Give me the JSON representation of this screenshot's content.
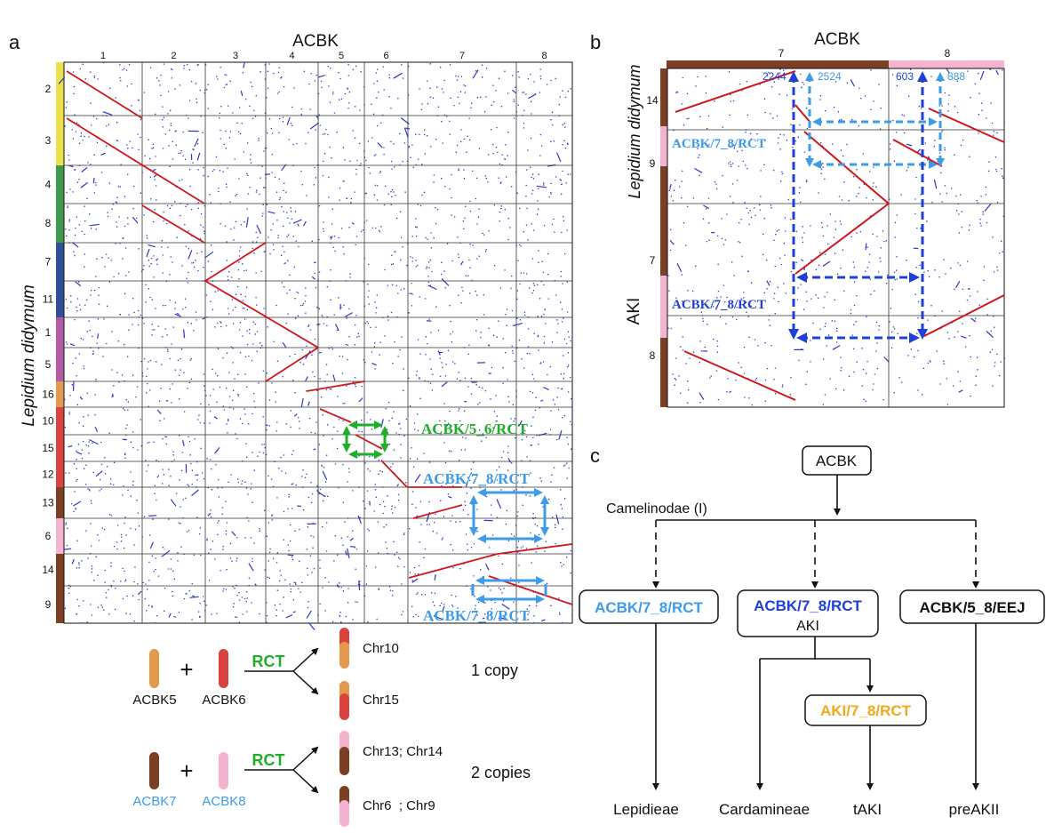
{
  "figure": {
    "panel_a": {
      "letter": "a",
      "top_title": "ACBK",
      "side_title": "Lepidium didymum",
      "col_labels": [
        "1",
        "2",
        "3",
        "4",
        "5",
        "6",
        "7",
        "8"
      ],
      "col_colors": [
        "#ede24a",
        "#3f9a4e",
        "#2f4f9a",
        "#b25aa6",
        "#e39a4f",
        "#d9423e",
        "#7c3f24",
        "#f4b3cf"
      ],
      "row_labels": [
        "2",
        "3",
        "4",
        "8",
        "7",
        "11",
        "1",
        "5",
        "16",
        "10",
        "15",
        "12",
        "13",
        "6",
        "14",
        "9"
      ],
      "row_colors": [
        "#ede24a",
        "#ede24a",
        "#3f9a4e",
        "#3f9a4e",
        "#2f4f9a",
        "#2f4f9a",
        "#b25aa6",
        "#b25aa6",
        "#e39a4f",
        "#d9423e",
        "#d9423e",
        "#d9423e",
        "#7c3f24",
        "#f4b3cf",
        "#7c3f24",
        "#7c3f24"
      ],
      "annotations": {
        "green": "ACBK/5_6/RCT",
        "blue_top": "ACBK/7_8/RCT",
        "blue_bottom": "ACBK/7_8/RCT"
      }
    },
    "legend": {
      "rct": "RCT",
      "plus": "+",
      "row1_left": "ACBK5",
      "row1_right": "ACBK6",
      "row1_out_top": "Chr10",
      "row1_out_bottom": "Chr15",
      "row1_copies": "1 copy",
      "row2_left": "ACBK7",
      "row2_right": "ACBK8",
      "row2_out_top": "Chr13; Chr14",
      "row2_out_bottom": "Chr6  ; Chr9",
      "row2_copies": "2 copies"
    },
    "panel_b": {
      "letter": "b",
      "top_title": "ACBK",
      "col_labels": [
        "7",
        "8"
      ],
      "row_labels": [
        "14",
        "9",
        "7",
        "8"
      ],
      "side_title": "Lepidium didymum",
      "side_title2": "AKI",
      "coords": [
        "2244",
        "2524",
        "603",
        "888"
      ],
      "annotation_top": "ACBK/7_8/RCT",
      "annotation_bottom": "ACBK/7_8/RCT"
    },
    "panel_c": {
      "letter": "c",
      "root": "ACBK",
      "branch_label": "Camelinodae (I)",
      "node1": "ACBK/7_8/RCT",
      "node2_top": "ACBK/7_8/RCT",
      "node2_bottom": "AKI",
      "node3": "ACBK/5_8/EEJ",
      "node4": "AKI/7_8/RCT",
      "leaves": [
        "Lepidieae",
        "Cardamineae",
        "tAKI",
        "preAKII"
      ]
    },
    "colors": {
      "light_blue": "#3d9be9",
      "dark_blue": "#1f3fd6",
      "green": "#1fae2a",
      "orange": "#f0a91b",
      "red_line": "#d0151c",
      "dot_blue": "#2b36c9"
    }
  }
}
